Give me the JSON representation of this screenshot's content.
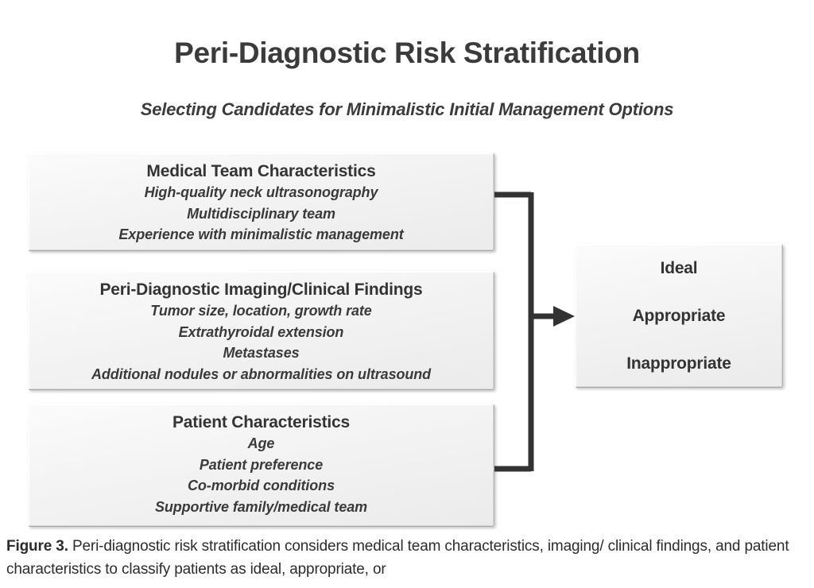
{
  "figure": {
    "title": "Peri-Diagnostic Risk Stratification",
    "subtitle": "Selecting Candidates for Minimalistic Initial Management Options",
    "background_color": "#ffffff",
    "text_color": "#3a3a3a",
    "connector_color": "#333333"
  },
  "boxes": [
    {
      "id": "medical-team",
      "heading": "Medical Team Characteristics",
      "lines": [
        "High-quality neck ultrasonography",
        "Multidisciplinary team",
        "Experience with minimalistic management"
      ]
    },
    {
      "id": "imaging-findings",
      "heading": "Peri-Diagnostic Imaging/Clinical Findings",
      "lines": [
        "Tumor size, location, growth rate",
        "Extrathyroidal extension",
        "Metastases",
        "Additional nodules or abnormalities on ultrasound"
      ]
    },
    {
      "id": "patient-characteristics",
      "heading": "Patient Characteristics",
      "lines": [
        "Age",
        "Patient preference",
        "Co-morbid conditions",
        "Supportive family/medical team"
      ]
    }
  ],
  "outcomes": {
    "items": [
      "Ideal",
      "Appropriate",
      "Inappropriate"
    ]
  },
  "caption": {
    "label": "Figure 3.",
    "text": " Peri-diagnostic risk stratification considers medical team characteristics, imaging/ clinical findings, and patient characteristics to classify patients as ideal, appropriate, or"
  }
}
